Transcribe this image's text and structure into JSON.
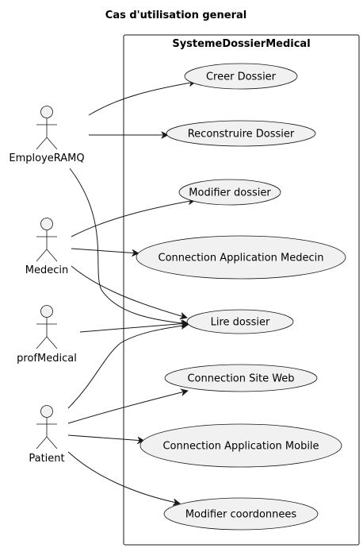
{
  "title": "Cas d'utilisation general",
  "system": {
    "name": "SystemeDossierMedical"
  },
  "actors": [
    {
      "id": "employe",
      "name": "EmployeRAMQ"
    },
    {
      "id": "medecin",
      "name": "Medecin"
    },
    {
      "id": "prof",
      "name": "profMedical"
    },
    {
      "id": "patient",
      "name": "Patient"
    }
  ],
  "use_cases": [
    {
      "id": "creer",
      "label": "Creer Dossier"
    },
    {
      "id": "reconstruire",
      "label": "Reconstruire Dossier"
    },
    {
      "id": "modifier",
      "label": "Modifier dossier"
    },
    {
      "id": "conn_medecin",
      "label": "Connection Application Medecin"
    },
    {
      "id": "lire",
      "label": "Lire dossier"
    },
    {
      "id": "conn_web",
      "label": "Connection Site Web"
    },
    {
      "id": "conn_mobile",
      "label": "Connection Application Mobile"
    },
    {
      "id": "modif_coord",
      "label": "Modifier coordonnees"
    }
  ],
  "associations": [
    {
      "from": "employe",
      "to": "creer"
    },
    {
      "from": "employe",
      "to": "reconstruire"
    },
    {
      "from": "employe",
      "to": "lire"
    },
    {
      "from": "medecin",
      "to": "modifier"
    },
    {
      "from": "medecin",
      "to": "conn_medecin"
    },
    {
      "from": "medecin",
      "to": "lire"
    },
    {
      "from": "prof",
      "to": "lire"
    },
    {
      "from": "patient",
      "to": "lire"
    },
    {
      "from": "patient",
      "to": "conn_web"
    },
    {
      "from": "patient",
      "to": "conn_mobile"
    },
    {
      "from": "patient",
      "to": "modif_coord"
    }
  ]
}
